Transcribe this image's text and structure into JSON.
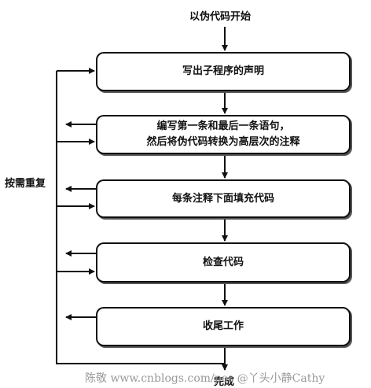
{
  "diagram": {
    "start_label": "以伪代码开始",
    "steps": [
      {
        "line1": "写出子程序的声明",
        "line2": ""
      },
      {
        "line1": "编写第一条和最后一条语句，",
        "line2": "然后将伪代码转换为高层次的注释"
      },
      {
        "line1": "每条注释下面填充代码",
        "line2": ""
      },
      {
        "line1": "检查代码",
        "line2": ""
      },
      {
        "line1": "收尾工作",
        "line2": ""
      }
    ],
    "loop_label": "按需重复",
    "end_label": "完成"
  },
  "watermark": "陈敬 www.cnblogs.com/pes  @丫头小静Cathy"
}
